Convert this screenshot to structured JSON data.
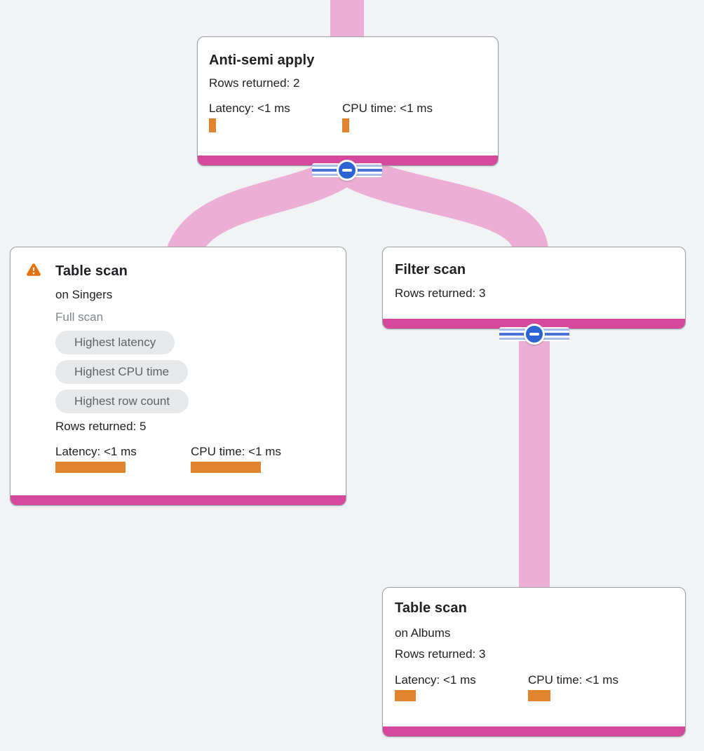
{
  "colors": {
    "background": "#f1f3f4",
    "edge_pink": "#ecaed4",
    "footer_magenta": "#d5499c",
    "bar_orange": "#e2832d",
    "warning_orange": "#e8710a",
    "collapse_blue": "#2d64d3",
    "badge_bg": "#e7e8ea",
    "badge_text": "#5f6368",
    "muted_text": "#80868b",
    "text": "#202124",
    "card_border": "#9aa0a6"
  },
  "icons": {
    "warning": "warning-triangle-icon",
    "collapse": "minus-icon"
  },
  "nodes": {
    "anti_semi": {
      "title": "Anti-semi apply",
      "rows": "Rows returned: 2",
      "latency_label": "Latency: <1 ms",
      "cpu_label": "CPU time: <1 ms",
      "latency_bar_w": 10,
      "cpu_bar_w": 10
    },
    "singers": {
      "title": "Table scan",
      "subtitle": "on Singers",
      "scan_type": "Full scan",
      "badges": [
        "Highest latency",
        "Highest CPU time",
        "Highest row count"
      ],
      "rows": "Rows returned: 5",
      "latency_label": "Latency: <1 ms",
      "cpu_label": "CPU time: <1 ms",
      "latency_bar_w": 100,
      "cpu_bar_w": 100
    },
    "filter": {
      "title": "Filter scan",
      "rows": "Rows returned: 3"
    },
    "albums": {
      "title": "Table scan",
      "subtitle": "on Albums",
      "rows": "Rows returned: 3",
      "latency_label": "Latency: <1 ms",
      "cpu_label": "CPU time: <1 ms",
      "latency_bar_w": 30,
      "cpu_bar_w": 32
    }
  }
}
